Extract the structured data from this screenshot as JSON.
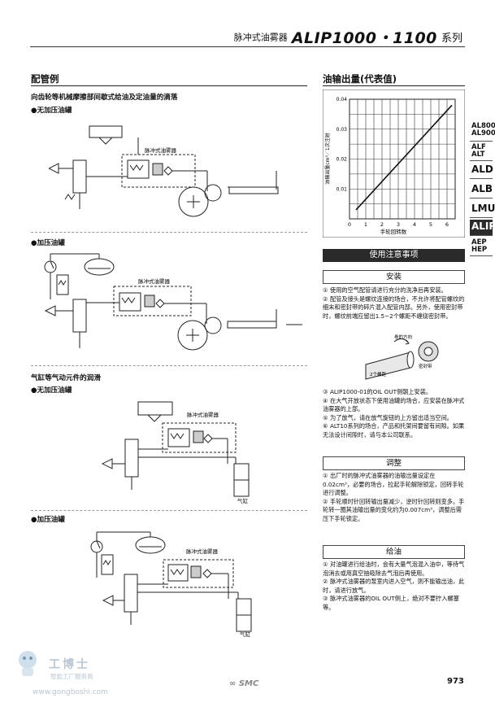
{
  "header": {
    "subtitle": "脉冲式油雾器",
    "model": "ALIP1000・1100",
    "series": "系列"
  },
  "left": {
    "section_title": "配管例",
    "subtitle1": "向齿轮等机械摩擦部间歇式给油及定油量的滴落",
    "case1": "●无加压油罐",
    "case2": "●加压油罐",
    "subtitle2": "气缸等气动元件的润滑",
    "case3": "●无加压油罐",
    "case4": "●加压油罐",
    "lubricator_label": "脉冲式油雾器",
    "cylinder_label": "气缸"
  },
  "chart_section": {
    "title": "油输出量(代表值)"
  },
  "chart_data": {
    "type": "line",
    "xlabel": "手轮回转数",
    "ylabel": "油输出量cm³／1次注射",
    "x_ticks": [
      0,
      1,
      2,
      3,
      4,
      5,
      6
    ],
    "y_ticks": [
      "0.04",
      "0.03",
      "0.02",
      "0.01"
    ],
    "xlim": [
      0,
      6.5
    ],
    "ylim": [
      0,
      0.04
    ],
    "grid": true,
    "series": [
      {
        "x": [
          0.4,
          6.3
        ],
        "y": [
          0.003,
          0.038
        ]
      }
    ]
  },
  "notes": {
    "head": "使用注意事项",
    "install": {
      "title": "安装",
      "items": [
        {
          "num": "①",
          "text": "使用的空气配管请进行充分的洗净后再安装。"
        },
        {
          "num": "②",
          "text": "配管及接头是螺纹连接的场合，不允许将配管螺纹的细末和密封带的碎片混入配管内部。另外，使用密封带时，螺纹前端应留出1.5~2个螺距不缠绕密封带。"
        }
      ],
      "fig_label1": "卷的方向",
      "fig_label2": "密封带",
      "fig_label3": "2个螺距",
      "items2": [
        {
          "num": "③",
          "text": "ALIP1000-01的OIL OUT侧朝上安装。"
        },
        {
          "num": "④",
          "text": "在大气开放状态下使用油罐的场合，应安装在脉冲式油雾器的上部。"
        },
        {
          "num": "⑤",
          "text": "为了放气，请在放气旋钮的上方留出适当空间。"
        },
        {
          "num": "⑥",
          "text": "ALT10系列的场合，产品和托架间要留有间隙。如果无法设计间隙时，请与本公司联系。"
        }
      ]
    },
    "adjust": {
      "title": "调整",
      "items": [
        {
          "num": "①",
          "text": "出厂时的脉冲式油雾器的油输出量设定在0.02cm³，必要的场合，拉起手轮解除锁定，回转手轮进行调整。"
        },
        {
          "num": "②",
          "text": "手轮顺时针回转输出量减少，逆时针回转则变多。手轮转一圈其油输出量的变化约为0.007cm³，调整后需压下手轮锁定。"
        }
      ]
    },
    "supply": {
      "title": "给油",
      "items": [
        {
          "num": "①",
          "text": "对油罐进行给油时，会有大量气泡混入油中，等待气泡消去或用真空抽吸除去气泡后再使用。"
        },
        {
          "num": "②",
          "text": "脉冲式油雾器的泵室内进入空气，则不能输出油，此时，请进行放气。"
        },
        {
          "num": "③",
          "text": "脉冲式油雾器的OIL OUT侧上，绝对不要拧入螺塞等。"
        }
      ]
    }
  },
  "side_tabs": [
    {
      "label": "AL800\nAL900"
    },
    {
      "label": "ALF\nALT"
    },
    {
      "label": "ALD"
    },
    {
      "label": "ALB"
    },
    {
      "label": "LMU"
    },
    {
      "label": "ALIP"
    },
    {
      "label": "AEP\nHEP"
    }
  ],
  "footer": {
    "page": "973",
    "brand": "SMC",
    "watermark_cn": "工博士",
    "watermark_sub": "智能工厂服务商",
    "watermark_url": "www.gongboshi.com"
  }
}
